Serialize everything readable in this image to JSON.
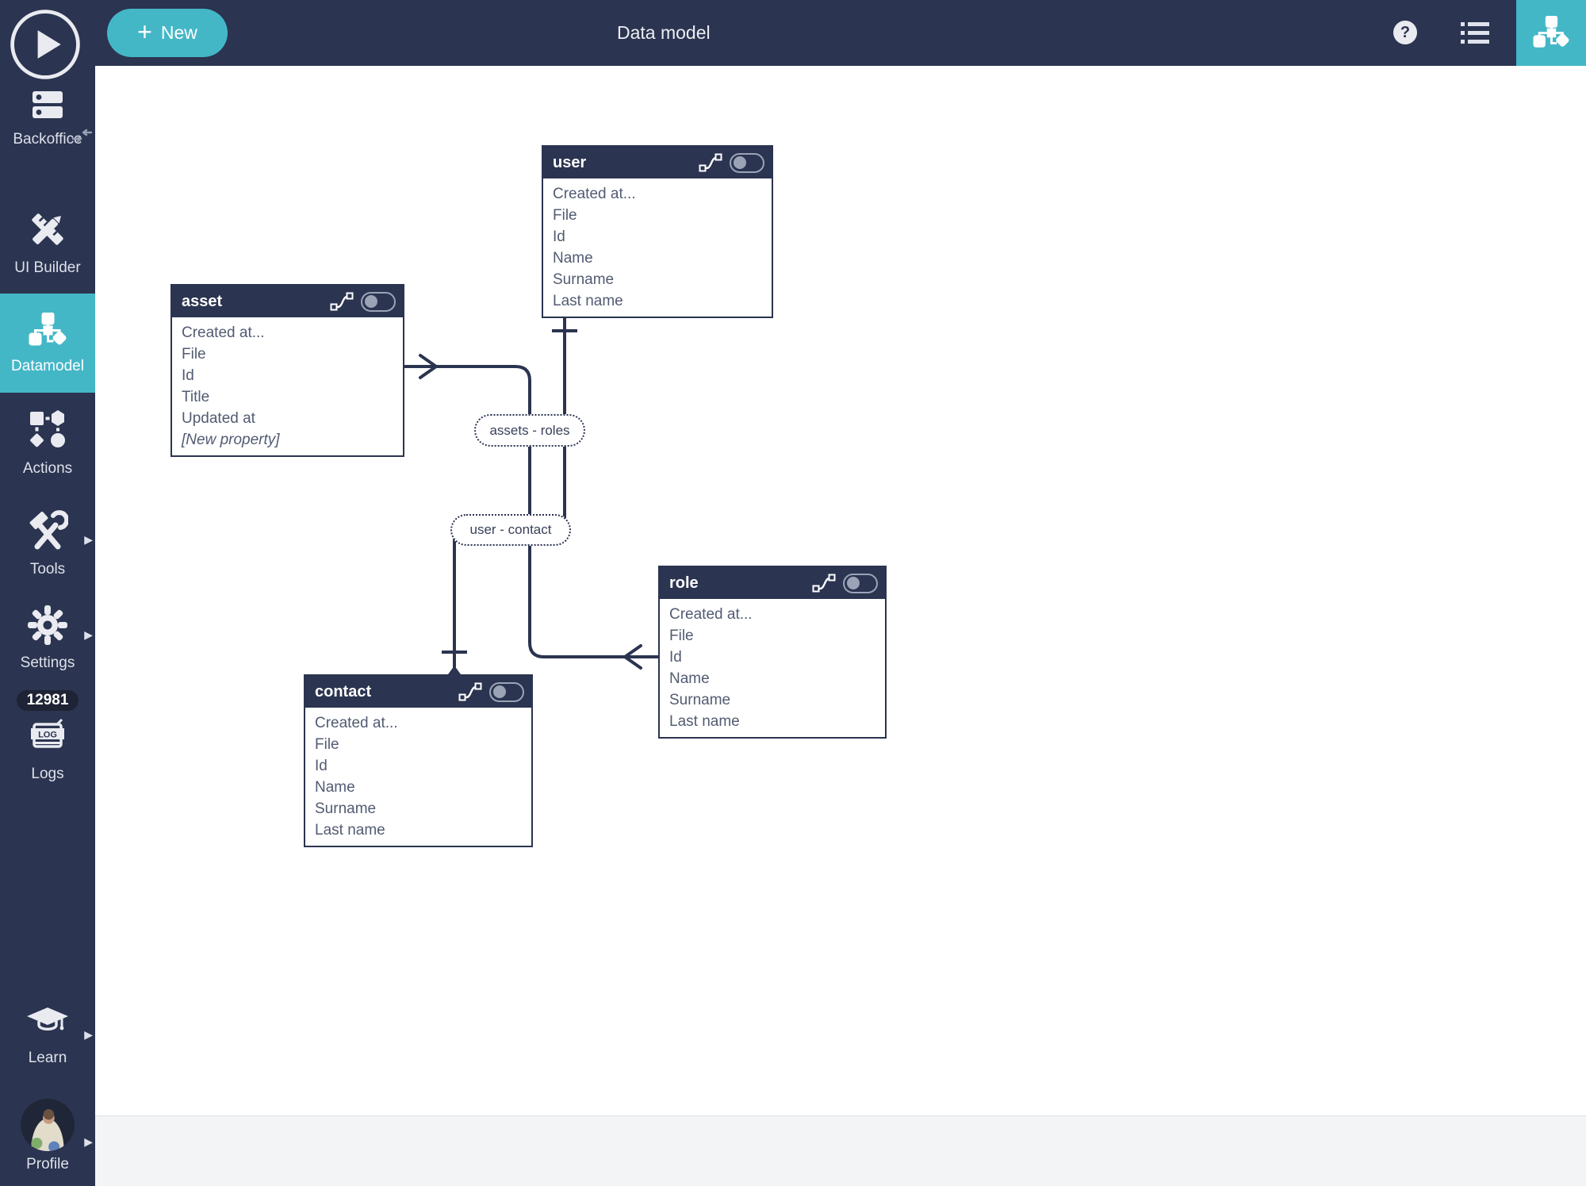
{
  "header": {
    "new_button_label": "New",
    "title": "Data model"
  },
  "sidebar": {
    "items": [
      {
        "label": "Backoffice"
      },
      {
        "label": "UI Builder"
      },
      {
        "label": "Datamodel",
        "active": true
      },
      {
        "label": "Actions"
      },
      {
        "label": "Tools"
      },
      {
        "label": "Settings"
      },
      {
        "label": "Logs",
        "badge": "12981"
      },
      {
        "label": "Learn"
      },
      {
        "label": "Profile"
      }
    ]
  },
  "canvas": {
    "entities": [
      {
        "name": "user",
        "fields": [
          "Created at...",
          "File",
          "Id",
          "Name",
          "Surname",
          "Last name"
        ]
      },
      {
        "name": "asset",
        "fields": [
          "Created at...",
          "File",
          "Id",
          "Title",
          "Updated at",
          "[New property]"
        ]
      },
      {
        "name": "role",
        "fields": [
          "Created at...",
          "File",
          "Id",
          "Name",
          "Surname",
          "Last name"
        ]
      },
      {
        "name": "contact",
        "fields": [
          "Created at...",
          "File",
          "Id",
          "Name",
          "Surname",
          "Last name"
        ]
      }
    ],
    "relationships": [
      {
        "label": "assets - roles"
      },
      {
        "label": "user - contact"
      }
    ]
  },
  "colors": {
    "navy": "#2b3450",
    "teal": "#44b7c7"
  }
}
